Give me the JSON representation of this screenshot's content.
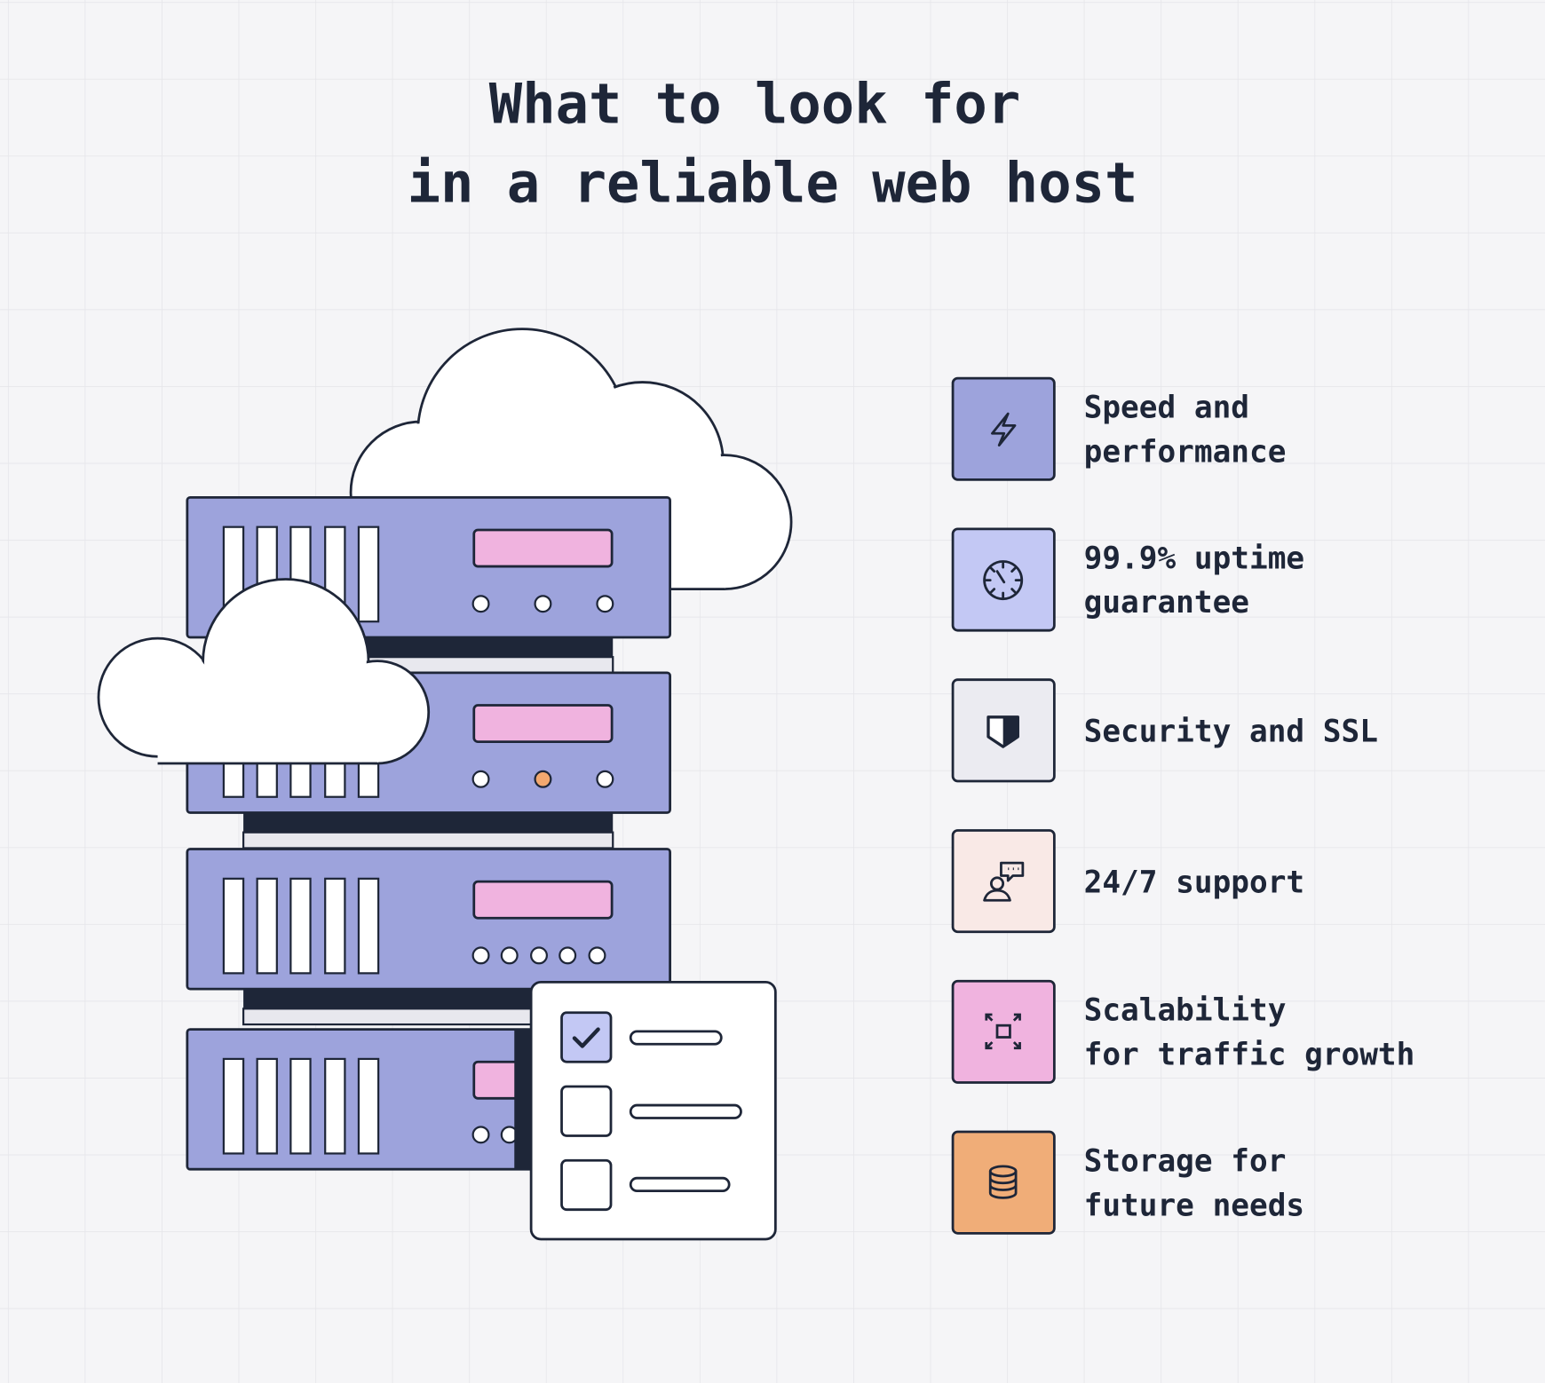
{
  "title": {
    "line1": "What to look for",
    "line2": "in a reliable web host"
  },
  "features": [
    {
      "icon": "lightning-icon",
      "color": "#9da3dc",
      "line1": "Speed and",
      "line2": "performance"
    },
    {
      "icon": "stopwatch-icon",
      "color": "#c3c8f4",
      "line1": "99.9% uptime",
      "line2": "guarantee"
    },
    {
      "icon": "shield-icon",
      "color": "#ebebf1",
      "line1": "Security and SSL",
      "line2": ""
    },
    {
      "icon": "support-chat-icon",
      "color": "#f9e9e6",
      "line1": "24/7 support",
      "line2": ""
    },
    {
      "icon": "expand-icon",
      "color": "#f0b3df",
      "line1": "Scalability",
      "line2": "for traffic growth"
    },
    {
      "icon": "database-icon",
      "color": "#f0ad78",
      "line1": "Storage for",
      "line2": "future needs"
    }
  ],
  "colors": {
    "server": "#9da3dc",
    "display": "#f0b3df",
    "led_active": "#f2a86f",
    "ink": "#1e2638"
  }
}
